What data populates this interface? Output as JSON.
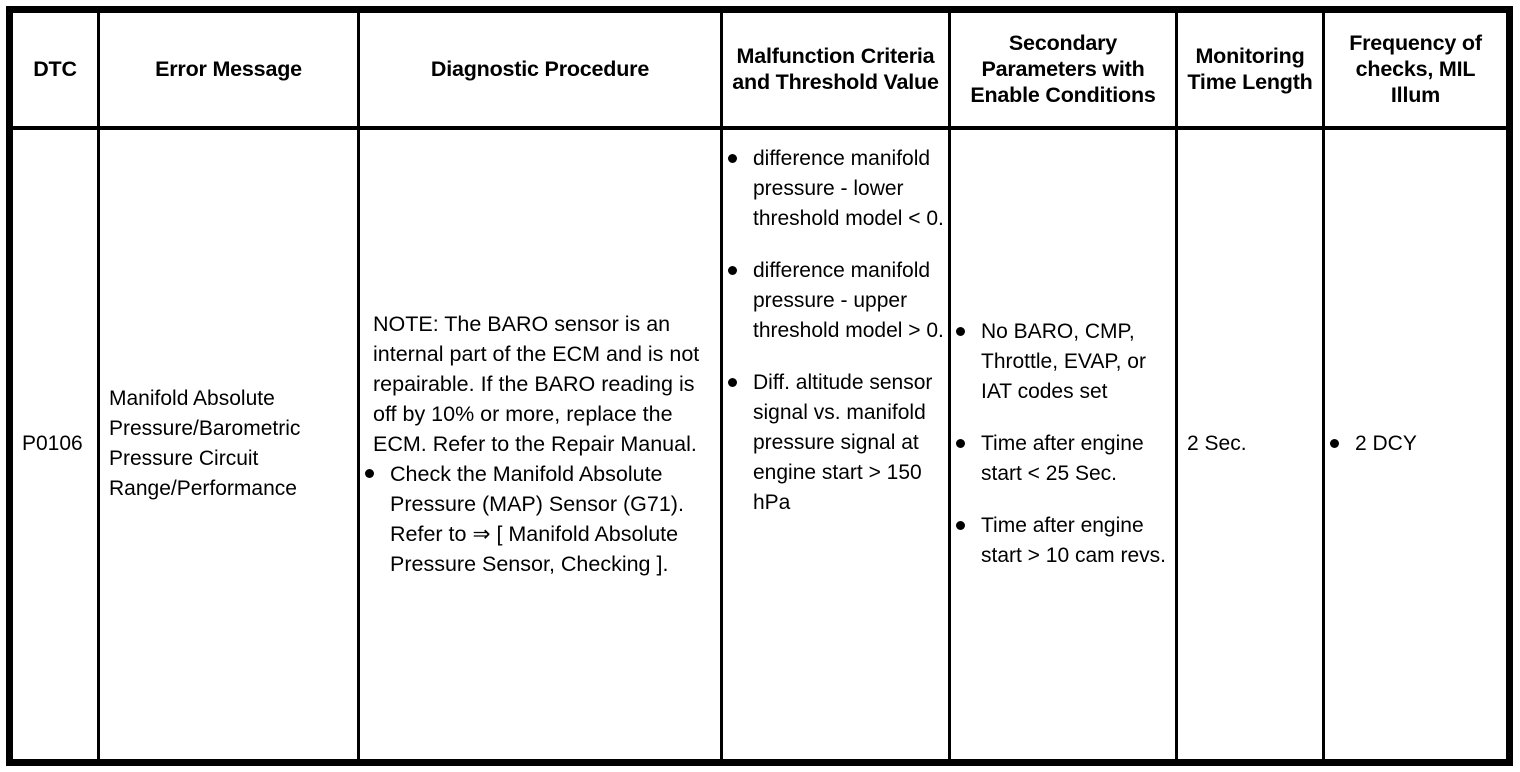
{
  "table": {
    "headers": [
      "DTC",
      "Error Message",
      "Diagnostic Procedure",
      "Malfunction Criteria and Threshold Value",
      "Secondary Parameters with Enable Conditions",
      "Monitoring Time Length",
      "Frequency of checks, MIL Illum"
    ],
    "row": {
      "dtc": "P0106",
      "error_message": "Manifold Absolute Pressure/Barometric Pressure Circuit Range/Performance",
      "diagnostic_note": "NOTE: The BARO sensor is an internal part of the ECM and is not repairable. If the BARO reading is off by 10% or more, replace the ECM. Refer to the Repair Manual.",
      "diagnostic_steps": [
        "Check the Manifold Absolute Pressure (MAP) Sensor (G71). Refer to ⇒ [ Manifold Absolute Pressure Sensor, Checking ]."
      ],
      "malfunction_criteria": [
        "difference manifold pressure - lower threshold model < 0.",
        "difference manifold pressure - upper threshold model > 0.",
        "Diff. altitude sensor signal vs. manifold pressure signal at engine start > 150 hPa"
      ],
      "secondary_parameters": [
        "No BARO, CMP, Throttle, EVAP, or IAT codes set",
        "Time after engine start < 25 Sec.",
        "Time after engine start > 10 cam revs."
      ],
      "monitoring_time_length": "2 Sec.",
      "frequency_of_checks": [
        "2 DCY"
      ]
    }
  },
  "colors": {
    "border": "#000000",
    "background": "#ffffff",
    "text": "#000000"
  }
}
